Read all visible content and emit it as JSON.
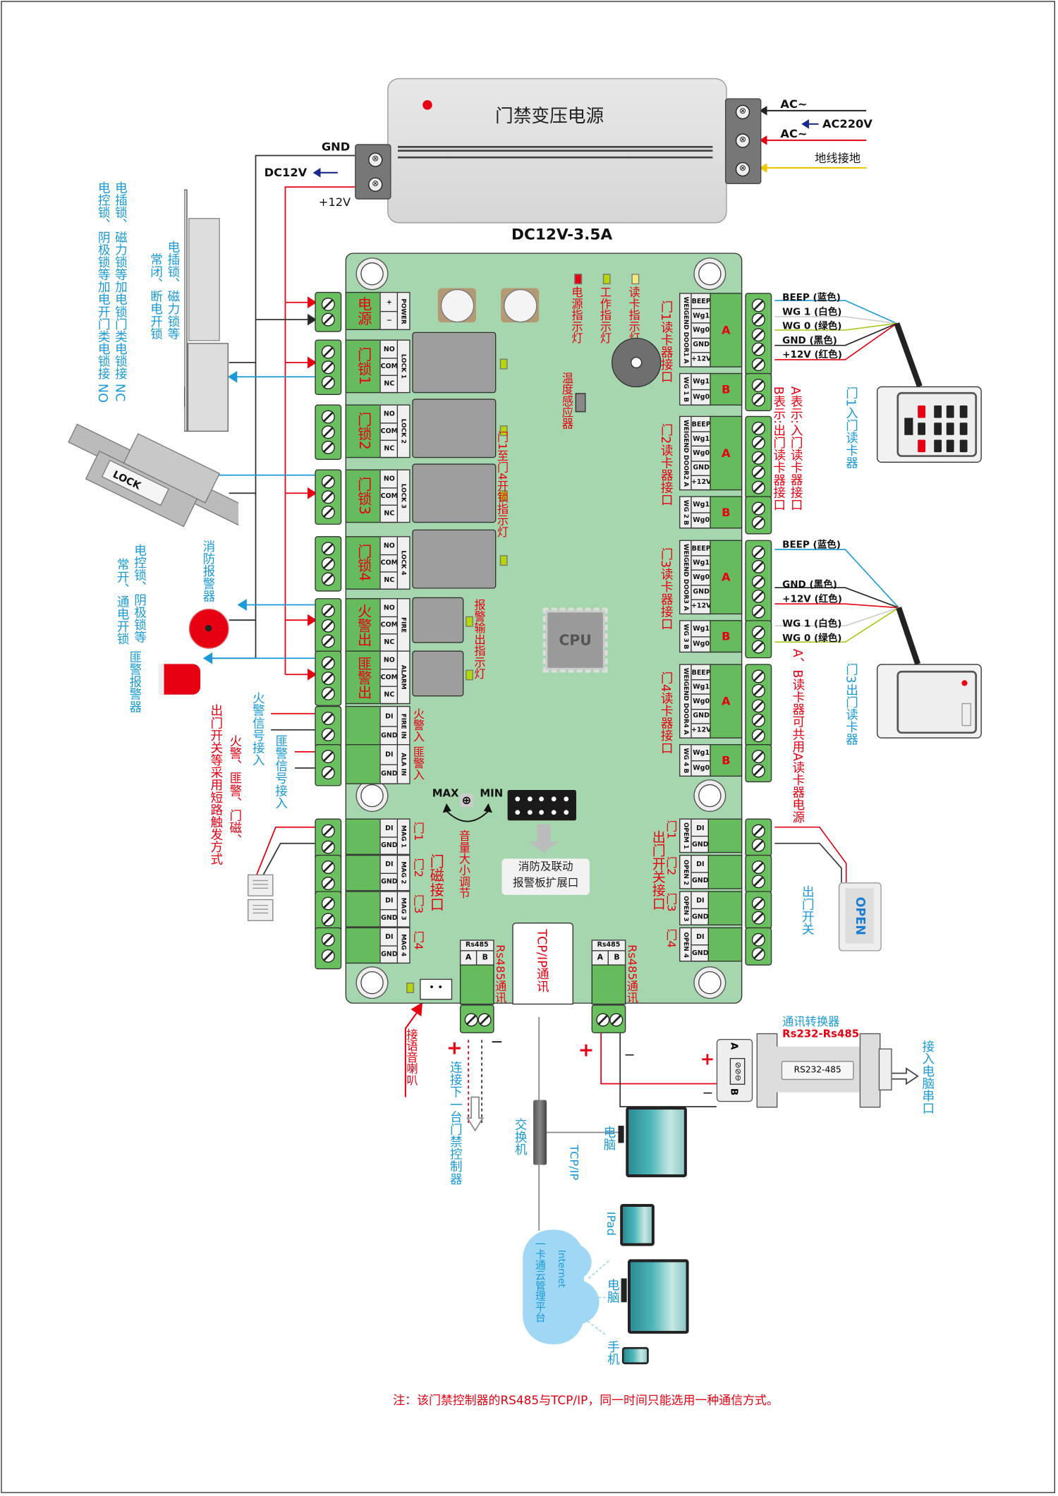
{
  "power_supply": {
    "title": "门禁变压电源",
    "rating": "DC12V-3.5A",
    "out_labels": {
      "gnd": "GND",
      "dc12v": "DC12V",
      "plus12v": "+12V"
    },
    "in_labels": {
      "ac1": "AC~",
      "ac220": "AC220V",
      "ac2": "AC~",
      "earth": "地线接地"
    }
  },
  "left_devices": {
    "lock_nc_note": "电插锁、磁力锁等加电锁门类电锁接 NC",
    "lock_no_note": "电控锁、阴极锁等加电开门类电锁接 NO",
    "maglock_label_1": "电插锁、磁力锁等",
    "maglock_label_2": "常闭、断电开锁",
    "strike": "LOCK",
    "strike_label_1": "电控锁、阴极锁等",
    "strike_label_2": "常开、通电开锁",
    "fire_alarm": "消防报警器",
    "burglar_alarm": "匪警报警器",
    "fire_signal_in": "火警信号接入",
    "burglar_signal_in": "匪警信号接入",
    "trigger_note_1": "火警、匪警、门磁、",
    "trigger_note_2": "出门开关等采用短路触发方式"
  },
  "board": {
    "outputs": [
      {
        "name": "电源",
        "pins": [
          "+",
          "−"
        ],
        "tag": "POWER"
      },
      {
        "name": "门锁1",
        "pins": [
          "NO",
          "COM",
          "NC"
        ],
        "tag": "LOCK 1"
      },
      {
        "name": "门锁2",
        "pins": [
          "NO",
          "COM",
          "NC"
        ],
        "tag": "LOCK 2"
      },
      {
        "name": "门锁3",
        "pins": [
          "NO",
          "COM",
          "NC"
        ],
        "tag": "LOCK 3"
      },
      {
        "name": "门锁4",
        "pins": [
          "NO",
          "COM",
          "NC"
        ],
        "tag": "LOCK 4"
      },
      {
        "name": "火警出",
        "pins": [
          "NO",
          "COM",
          "NC"
        ],
        "tag": "FIRE"
      },
      {
        "name": "匪警出",
        "pins": [
          "NO",
          "COM",
          "NC"
        ],
        "tag": "ALARM"
      }
    ],
    "inputs": [
      {
        "pins": [
          "DI",
          "GND"
        ],
        "tag": "FIRE IN",
        "label": "火警入"
      },
      {
        "pins": [
          "DI",
          "GND"
        ],
        "tag": "ALA IN",
        "label": "匪警入"
      }
    ],
    "mag": [
      {
        "pins": [
          "DI",
          "GND"
        ],
        "tag": "MAG 1",
        "label": "门1"
      },
      {
        "pins": [
          "DI",
          "GND"
        ],
        "tag": "MAG 2",
        "label": "门2"
      },
      {
        "pins": [
          "DI",
          "GND"
        ],
        "tag": "MAG 3",
        "label": "门3"
      },
      {
        "pins": [
          "DI",
          "GND"
        ],
        "tag": "MAG 4",
        "label": "门4"
      }
    ],
    "mag_title": "门磁接口",
    "open": [
      {
        "pins": [
          "DI",
          "GND"
        ],
        "tag": "OPEM 1",
        "label": "门1"
      },
      {
        "pins": [
          "DI",
          "GND"
        ],
        "tag": "OPEN 2",
        "label": "门2"
      },
      {
        "pins": [
          "DI",
          "GND"
        ],
        "tag": "OPEN 3",
        "label": "门3"
      },
      {
        "pins": [
          "DI",
          "GND"
        ],
        "tag": "OPEN 4",
        "label": "门4"
      }
    ],
    "open_title": "出门开关接口",
    "readers": [
      {
        "tag_a": "WEIGEND DOOR1 A",
        "tag_b": "WG 1 B",
        "label": "门1读卡器接口"
      },
      {
        "tag_a": "WEIGEND DOOR2 A",
        "tag_b": "WG 2 B",
        "label": "门2读卡器接口"
      },
      {
        "tag_a": "WEIGEND DOOR3 A",
        "tag_b": "WG 3 B",
        "label": "门3读卡器接口"
      },
      {
        "tag_a": "WEIGEND DOOR4 A",
        "tag_b": "WG 4 B",
        "label": "门4读卡器接口"
      }
    ],
    "reader_a_pins": [
      "BEEP",
      "Wg1",
      "Wg0",
      "GND",
      "+12V"
    ],
    "reader_b_pins": [
      "Wg1",
      "Wg0"
    ],
    "reader_a_letter": "A",
    "reader_b_letter": "B",
    "indicators": {
      "power": "电源指示灯",
      "work": "工作指示灯",
      "read": "读卡指示灯"
    },
    "temp_sensor": "温度感应器",
    "lock_leds": "门1至门4开锁指示灯",
    "alarm_leds": "报警输出指示灯",
    "cpu": "CPU",
    "volume": {
      "max": "MAX",
      "min": "MIN",
      "label": "音量大小调节"
    },
    "expansion_1": "消防及联动",
    "expansion_2": "报警板扩展口",
    "rs485_tag": "Rs485",
    "rs485_a": "A",
    "rs485_b": "B",
    "rs485_label": "Rs485通讯",
    "tcpip_label": "TCP/IP通讯"
  },
  "right_devices": {
    "reader1_wires": [
      "BEEP  (蓝色)",
      "WG 1   (白色)",
      "WG 0   (绿色)",
      "GND   (黑色)",
      "+12V   (红色)"
    ],
    "reader3_wires": [
      "BEEP  (蓝色)",
      "GND   (黑色)",
      "+12V   (红色)",
      "WG 1   (白色)",
      "WG 0   (绿色)"
    ],
    "ab_note_1": "A表示:入门读卡器接口",
    "ab_note_2": "B表示:出门读卡器接口",
    "reader1_label": "门1入门读卡器",
    "reader3_label": "门3出门读卡器",
    "shared_power_note": "A、B读卡器可共用A读卡器电源",
    "exit_button": "OPEN",
    "exit_button_label": "出门开关"
  },
  "bottom": {
    "speaker": "接语音喇叭",
    "next_controller": "连接下一台门禁控制器",
    "plus": "+",
    "minus": "−",
    "switch": "交换机",
    "tcpip": "TCP/IP",
    "pc": "电脑",
    "converter_title": "通讯转换器",
    "converter_model": "Rs232-Rs485",
    "converter_label": "RS232-485",
    "conv_a": "A",
    "conv_b": "B",
    "to_pc_serial": "接入电脑串口",
    "ipad": "IPad",
    "pc2": "电脑",
    "phone": "手机",
    "cloud_1": "Internet",
    "cloud_2": "一卡通云管理平台",
    "note": "注：该门禁控制器的RS485与TCP/IP，同一时间只能选用一种通信方式。"
  }
}
